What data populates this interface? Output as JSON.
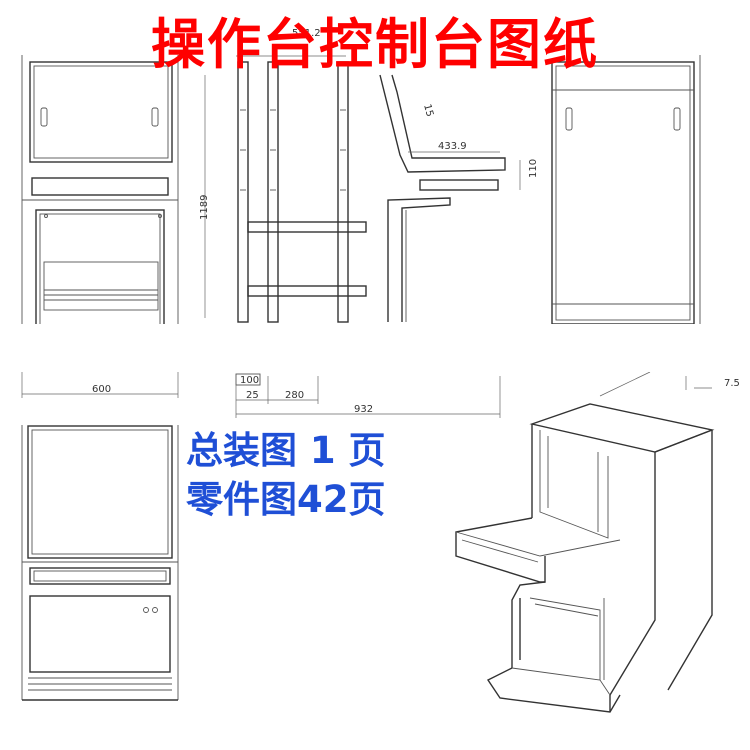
{
  "title": "操作台控制台图纸",
  "info": {
    "line1": "总装图 1 页",
    "line2": "零件图42页"
  },
  "dimensions": {
    "top_width": "551.2",
    "depth": "433.9",
    "height": "1189",
    "front_width": "600",
    "total_depth": "932",
    "seg1": "100",
    "seg2": "25",
    "seg3": "280",
    "small_h": "110",
    "angle_small": "7.5",
    "slope": "15"
  },
  "colors": {
    "title": "#ff0000",
    "info": "#1f4fd6",
    "line": "#333333"
  }
}
